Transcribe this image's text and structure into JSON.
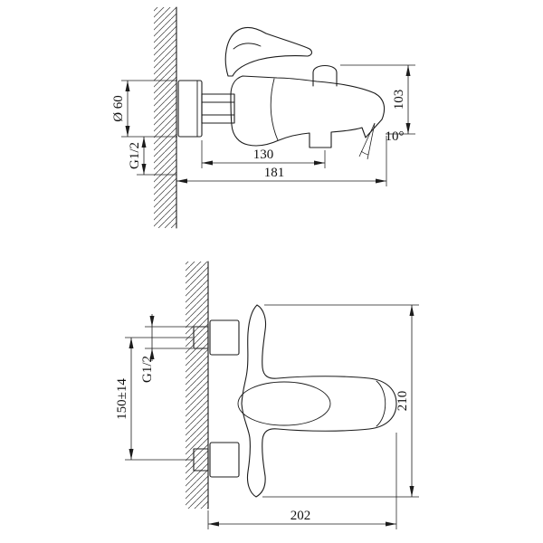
{
  "meta": {
    "background": "#ffffff",
    "line_color": "#1c1c1c",
    "drawing_type": "wall-mounted bath mixer installation drawing, two orthographic views"
  },
  "side_view": {
    "dims": {
      "flange_diameter": "Ø 60",
      "thread": "G1/2",
      "height": "103",
      "body_depth": "130",
      "total_depth": "181",
      "spout_angle": "10°"
    }
  },
  "front_view": {
    "dims": {
      "thread": "G1/2",
      "inlet_spacing": "150±14",
      "total_height": "210",
      "total_width": "202"
    }
  }
}
